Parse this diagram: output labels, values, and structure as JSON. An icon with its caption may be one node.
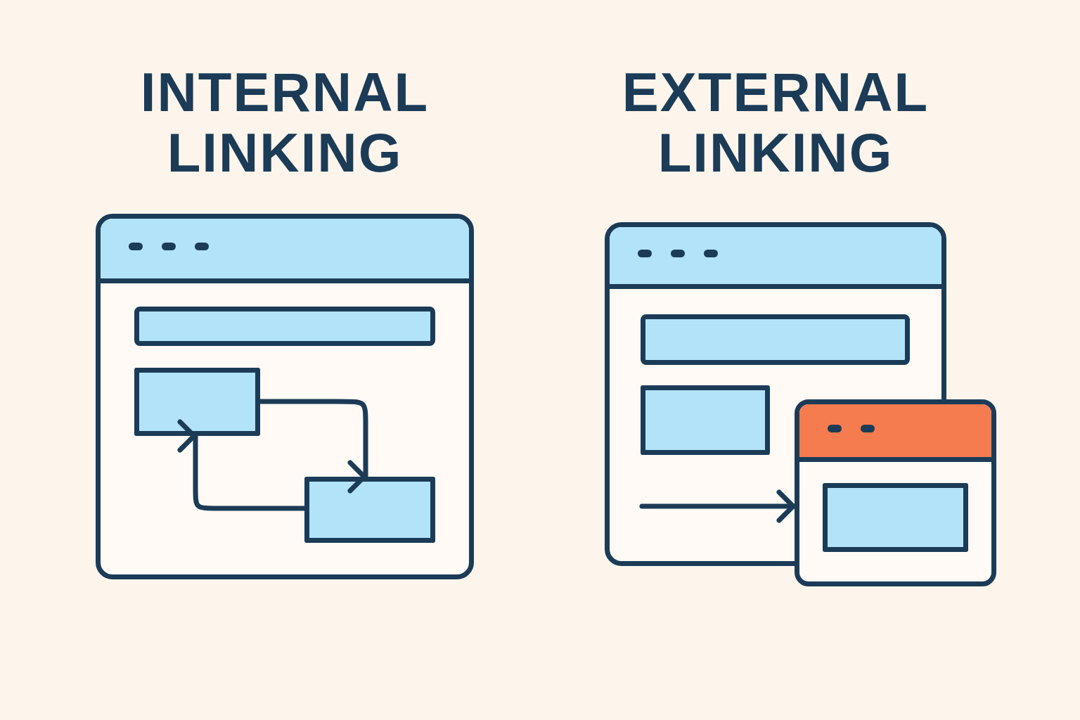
{
  "diagram": {
    "nodes": [
      {
        "text": [
          "INTERNAL LINKING"
        ]
      },
      {
        "text": [],
        "shape": "bar",
        "in": 0
      },
      {
        "text": [],
        "shape": "box",
        "in": 0
      },
      {
        "text": [],
        "shape": "box",
        "in": 0
      },
      {
        "text": [
          "EXTERNAL LINKING"
        ]
      },
      {
        "text": [],
        "shape": "bar",
        "in": 4
      },
      {
        "text": [],
        "shape": "box",
        "in": 4
      },
      {
        "text": [],
        "shape": "box"
      },
      {
        "text": [],
        "shape": "box",
        "in": 7
      }
    ],
    "edges": [
      {
        "from": 2,
        "to": 3,
        "arrow": "to"
      },
      {
        "from": 3,
        "to": 2,
        "arrow": "to"
      },
      {
        "from": null,
        "to": 7,
        "arrow": "to"
      }
    ]
  }
}
